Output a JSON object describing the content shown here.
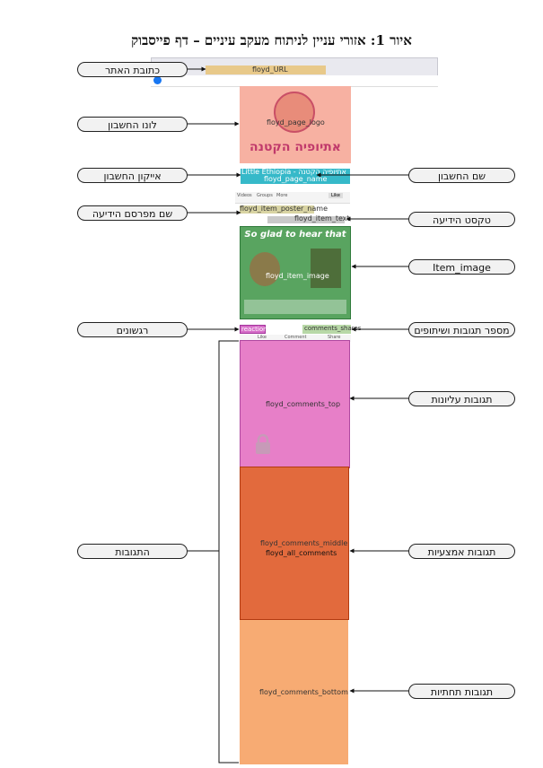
{
  "title": "איור 1: אזורי עניין לניתוח מעקב עיניים – דף פייסבוק",
  "left_labels": {
    "site_address": "כתובת האתר",
    "account_cover": "לונו החשבון",
    "account_icon": "אייקון החשבון",
    "poster_name": "שם מפרסם הידיעה",
    "reactions": "רגשונים",
    "comments": "התגובות"
  },
  "right_labels": {
    "account_name": "שם החשבון",
    "post_text": "טקסט הידיעה",
    "item_image": "Item_image",
    "reactions_shares_count": "מספר תגובות ושיתופים",
    "top_comments": "תגובות עליונות",
    "middle_comments": "תגובות אמצעיות",
    "bottom_comments": "תגובות תחתיות"
  },
  "aoi_tags": {
    "url": "floyd_URL",
    "page_logo": "floyd_page_logo",
    "page_name": "Little Ethiopia - אתיופיה הקטנה",
    "page_name_tag": "floyd_page_name",
    "poster_name": "floyd_item_poster_name",
    "item_text": "floyd_item_text",
    "item_image": "floyd_item_image",
    "reactions": "reactions",
    "counts": "comments_shares",
    "comments_top": "floyd_comments_top",
    "comments_middle": "floyd_comments_middle",
    "all_comments": "floyd_all_comments",
    "comments_bottom": "floyd_comments_bottom"
  },
  "screenshot_text": {
    "cover_caption": "אתיופיה הקטנה",
    "image_headline": "So glad to hear that",
    "like_button": "Like",
    "comment_button": "Comment",
    "share_button": "Share",
    "nav_tabs": [
      "Videos",
      "Groups",
      "More"
    ]
  },
  "colors": {
    "top_comments": "#e77fc8",
    "middle_comments": "#e26a3d",
    "bottom_comments": "#f7ab73",
    "image_area": "#59a460",
    "page_name_area": "#36b9c9",
    "cover_area": "#f7b1a2"
  },
  "icons": [
    "lock-icon",
    "facebook-logo-icon"
  ]
}
